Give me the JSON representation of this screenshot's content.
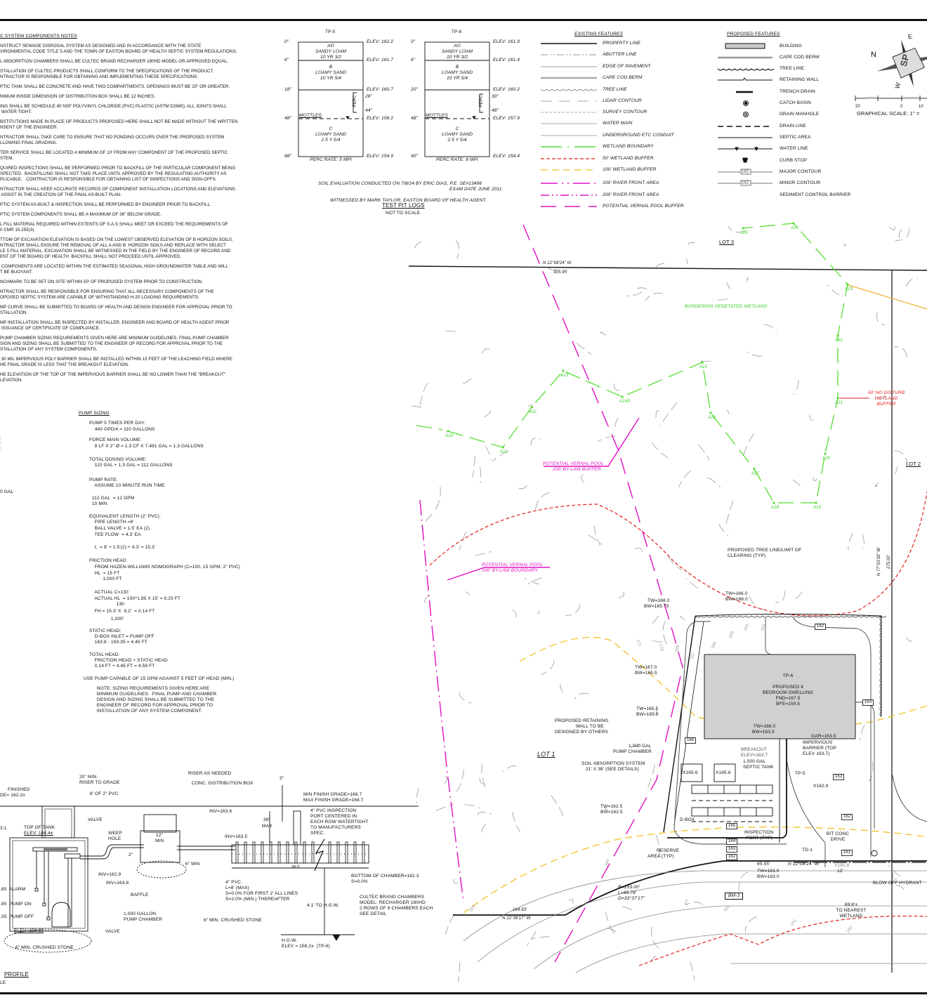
{
  "notes": {
    "title": "C SYSTEM COMPONENTS NOTES",
    "items": [
      [
        "NSTRUCT SEWAGE DISPOSAL SYSTEM AS DESIGNED AND IN ACCORDANCE WITH THE STATE",
        "VIRONMENTAL CODE TITLE 5 AND THE TOWN OF EASTON BOARD OF HEALTH SEPTIC SYSTEM REGULATIONS."
      ],
      [
        "L ABSORPTION CHAMBERS SHALL BE CULTEC BRAND RECHARGER 180HD MODEL OR APPROVED EQUAL."
      ],
      [
        "STALLATION OF CULTEC PRODUCTS SHALL CONFORM TO THE SPECIFICATIONS OF THE PRODUCT.",
        "NTRACTOR IS RESPONSIBLE FOR OBTAINING AND IMPLEMENTING THESE SPECIFICATIONS."
      ],
      [
        "PTIC TANK SHALL BE CONCRETE AND HAVE TWO COMPARTMENTS. OPENINGS MUST BE 20\" OR GREATER."
      ],
      [
        "NIMUM INSIDE DIMENSION OF DISTRIBUTION BOX SHALL BE 12 INCHES."
      ],
      [
        "ING SHALL BE SCHEDULE 40 NSF POLYVINYL CHLORIDE (PVC) PLASTIC (ASTM D2665). ALL JOINTS SHALL",
        " WATER TIGHT."
      ],
      [
        "BSTITUTIONS MADE IN PLACE OF PRODUCTS PROPOSED HERE SHALL NOT BE MADE WITHOUT THE WRITTEN",
        "NSENT OF THE ENGINEER."
      ],
      [
        "NTRACTOR SHALL TAKE CARE TO ENSURE THAT NO PONDING OCCURS OVER THE PROPOSED SYSTEM",
        "LLOWING FINAL GRADING."
      ],
      [
        "TER SERVICE SHALL BE LOCATED A MINIMUM OF 10' FROM ANY COMPONENT OF THE PROPOSED SEPTIC",
        "STEM."
      ],
      [
        "QUIRED INSPECTIONS SHALL BE PERFORMED PRIOR TO BACKFILL OF THE PARTICULAR COMPONENT BEING",
        "SPECTED.  BACKFILLING SHALL NOT TAKE PLACE UNTIL APPROVED BY THE REGULATING AUTHORITY AS",
        "PLICABLE.   CONTRACTOR IS RESPONSIBLE FOR OBTAINING LIST OF INSPECTIONS AND SIGN-OFFS."
      ],
      [
        "NTRACTOR SHALL KEEP ACCURATE RECORDS OF COMPONENT INSTALLATION LOCATIONS AND ELEVATIONS",
        " ASSIST IN THE CREATION OF THE FINAL AS-BUILT PLAN."
      ],
      [
        "PTIC SYSTEM AS-BUILT & INSPECTION SHALL BE PERFORMED BY ENGINEER PRIOR TO BACKFILL."
      ],
      [
        "PTIC SYSTEM COMPONENTS SHALL BE A MAXIMUM OF 36\" BELOW GRADE."
      ],
      [
        "L FILL MATERIAL REQUIRED WITHIN EXTENTS OF S.A.S SHALL MEET OR EXCEED THE REQUIREMENTS OF",
        "0 CMR 15.255(3)."
      ],
      [
        "TTOM OF EXCAVATION ELEVATION IS BASED ON THE LOWEST OBSERVED ELEVATION OF B HORIZON SOILS.",
        "NTRACTOR SHALL ENSURE THE REMOVAL OF ALL A AND B  HORIZON SOILS AND REPLACE WITH SELECT",
        "LE 5 FILL MATERIAL. EXCAVATION SHALL BE WITNESSED IN THE FIELD BY THE ENGINEER OF RECORD AND",
        "ENT OF THE BOARD OF HEALTH. BACKFILL SHALL NOT PROCEED UNTIL APPROVED."
      ],
      [
        " COMPONENTS ARE LOCATED WITHIN THE ESTIMATED SEASONAL HIGH GROUNDWATER TABLE AND WILL",
        "T BE BUOYANT."
      ],
      [
        "NCHMARK TO BE SET ON SITE WITHIN 50' OF PROPOSED SYSTEM PRIOR TO CONSTRUCTION."
      ],
      [
        "NTRACTOR SHALL BE RESPONSIBLE FOR ENSURING THAT ALL NECESSARY COMPONENTS OF THE",
        "OPOSED SEPTIC SYSTEM ARE CAPABLE OF WITHSTANDING H-20 LOADING REQUIREMENTS."
      ],
      [
        "MP CURVE SHALL BE SUBMITTED TO BOARD OF HEALTH AND DESIGN ENGINEER FOR APPROVAL PRIOR TO",
        "STALLATION."
      ],
      [
        "MP INSTALLATION SHALL BE INSPECTED BY INSTALLER, ENGINEER AND BOARD OF HEALTH AGENT PRIOR",
        " ISSUANCE OF CERTIFICATE OF COMPLIANCE."
      ],
      [
        "PUMP CHAMBER SIZING REQUIREMENTS GIVEN HERE ARE MINIMUM GUIDELINES. FINAL PUMP CHAMBER",
        "SIGN AND SIZING SHALL BE SUBMITTED TO THE ENGINEER OF RECORD FOR APPROVAL PRIOR TO THE",
        "STALLATION OF ANY SYSTEM COMPONENTS."
      ],
      [
        " 30 MIL IMPERVIOUS POLY BARRIER SHALL BE INSTALLED WITHIN 15 FEET OF THE LEACHING FIELD WHERE",
        "HE FINAL GRADE IS LESS THAT THE BREAKOUT ELEVATION."
      ],
      [
        "HE ELEVATION OF THE TOP OF THE IMPERVIOUS BARRIER SHALL BE NO LOWER THAN THE \"BREAKOUT\"",
        "LEVATION."
      ]
    ]
  },
  "left_fragments": [
    ":",
    ":",
    ":",
    "0 GAL"
  ],
  "test_pits": {
    "title": "TEST PIT LOGS",
    "subtitle": "NOT TO SCALE",
    "soil_eval": "SOIL EVALUATION CONDUCTED ON 7/8/24 BY ERIC DIAS, P.E. SE#13496",
    "exam_date": "EXAM DATE JUNE 2011",
    "witness": "WITNESSED BY MARK TAYLOR, EASTON BOARD OF HEALTH AGENT",
    "perc_label": "PERC",
    "mottles_label": "MOTTLES",
    "pits": [
      {
        "name": "TP-5",
        "depths": [
          "0\"",
          "6\"",
          "18\"",
          "48\"",
          "88\""
        ],
        "elevs": [
          "ELEV: 162.2",
          "ELEV: 161.7",
          "ELEV: 160.7",
          "ELEV: 158.2",
          "ELEV: 154.9"
        ],
        "perc_top": "26\"",
        "perc_bot": "44\"",
        "layers": [
          [
            "Ao",
            "SANDY LOAM",
            "10 YR 3/2"
          ],
          [
            "B",
            "LOAMY SAND",
            "10 YR 5/4"
          ],
          [
            "C",
            "LOAMY SAND",
            "2.5 Y 5/4"
          ]
        ],
        "perc_rate": "PERC RATE: 5 MPI"
      },
      {
        "name": "TP-6",
        "depths": [
          "0\"",
          "6\"",
          "20\"",
          "48\"",
          "90\""
        ],
        "elevs": [
          "ELEV: 161.9",
          "ELEV: 161.4",
          "ELEV: 160.2",
          "ELEV: 157.9",
          "ELEV: 154.4"
        ],
        "perc_top": "30\"",
        "perc_bot": "48\"",
        "layers": [
          [
            "Ao",
            "SANDY LOAM",
            "10 YR 3/2"
          ],
          [
            "B",
            "LOAMY SAND",
            "10 YR 5/4"
          ],
          [
            "C",
            "LOAMY SAND",
            "2.5 Y 5/4"
          ]
        ],
        "perc_rate": "PERC RATE: 8 MPI"
      }
    ]
  },
  "legend": {
    "existing_title": "EXISTING FEATURES",
    "existing": [
      "PROPERTY LINE",
      "ABUTTER LINE",
      "EDGE OF PAVEMENT",
      "CAPE COD BERM",
      "TREE LINE",
      "LIDAR CONTOUR",
      "SURVEY CONTOUR",
      "WATER MAIN",
      "UNDERGROUND ETC CONDUIT",
      "WETLAND BOUNDARY",
      "50' WETLAND BUFFER",
      "100' WETLAND BUFFER",
      "100' RIVER FRONT AREA",
      "200' RIVER FRONT AREA",
      "POTENTIAL VERNAL POOL BUFFER"
    ],
    "proposed_title": "PROPOSED FEATURES",
    "proposed": [
      "BUILDING",
      "CAPE COD BERM",
      "TREE LINE",
      "RETAINING WALL",
      "TRENCH DRAIN",
      "CATCH BASIN",
      "DRAIN MANHOLE",
      "DRAIN LINE",
      "SEPTIC AREA",
      "WATER LINE",
      "CURB STOP",
      "MAJOR CONTOUR",
      "MINOR CONTOUR",
      "SEDIMENT CONTROL BARRIER"
    ],
    "major_tag": "165",
    "minor_tag": "162",
    "colors": {
      "wetland": "#55dd33",
      "buffer50": "#e02020",
      "buffer100": "#f0c020",
      "river": "#e010c0"
    }
  },
  "compass": {
    "letters": [
      "E",
      "N",
      "W"
    ],
    "logo": "SP"
  },
  "scale": {
    "ticks": [
      "20",
      "0",
      "10"
    ],
    "label": "GRAPHICAL SCALE: 1\" ="
  },
  "pump_sizing": {
    "title": "PUMP SIZING",
    "lines": [
      "PUMP 5 TIMES PER DAY:",
      "    440 GPD/4 = 110 GALLONS",
      "FORCE MAIN VOLUME:",
      "    8 LF x 2\" ø = 1.3 CF X 7.481 GAL = 1.3 GALLONS",
      "TOTAL DOSING VOLUME:",
      "    110 GAL + 1.3 GAL = 112 GALLONS",
      "PUMP RATE:",
      "    ASSUME 10 MINUTE RUN TIME",
      "  112 GAL  = 12 GPM",
      "  10 MIN",
      "EQUIVALENT LENGTH (2\" PVC):",
      "    PIPE LENGTH =8'",
      "    BALL VALVE = 1.5' EA (2)",
      "    TEE FLOW  = 4.3' EA",
      "    L  = 8' + 1.5'(2) + 4.3' = 15.3'",
      "FRICTION HEAD:",
      "    FROM HAZEN-WILLIAMS NOMOGRAPH (C=100, 15 GPM, 2\" PVC)",
      "    hL  ≈ 15 FT",
      "          1,000 FT",
      "    ACTUAL C=130",
      "    ACTUAL hL  = 100^1.85 x 15' = 9.23 FT",
      "                    130",
      "    FH = 15.3' x  9.2'  = 0.14 FT",
      "                1,000'",
      "STATIC HEAD:",
      "    D-BOX INLET = PUMP OFF",
      "    163.8 - 159.35 = 4.45 FT",
      "TOTAL HEAD:",
      "    FRICTION HEAD + STATIC HEAD",
      "    0.14 FT + 4.45 FT = 4.59 FT",
      "USE PUMP CAPABLE OF 15 GPM AGAINST 5 FEET OF HEAD (MIN.)",
      "    NOTE: SIZING REQUIREMENTS GIVEN HERE ARE",
      "    MINIMUM GUIDELINES.  FINAL PUMP AND CHAMBER",
      "    DESIGN AND SIZING SHALL BE SUBMITTED TO THE",
      "    ENGINEER OF RECORD FOR APPROVAL PRIOR TO",
      "    INSTALLATION OF ANY SYSTEM COMPONENT."
    ]
  },
  "profile": {
    "title": "PROFILE",
    "subtitle": "LE",
    "finished": "FINISHED",
    "finished_grade": "DE= 162.2±",
    "riser_min": "20\" MIN.",
    "riser_to_grade": "RISER TO GRADE",
    "pvc_8": "8' OF 2\" PVC",
    "riser_needed": "RISER AS NEEDED",
    "dbox": "CONC. DISTRIBUTION BOX",
    "three_in": "3\"",
    "valve_top": "VALVE",
    "frag_31": "3.1",
    "top_tank": "TOP OF TANK",
    "top_tank_elev": "ELEV: 164.4±",
    "weep": "WEEP",
    "hole": "HOLE",
    "inv_1636": "INV=163.6",
    "inv_1635": "INV=163.5",
    "max36": "36\"",
    "max": "MAX",
    "min_finish": "MIN FINISH GRADE=166.7",
    "max_finish": "MAX FINISH GRADE=164.7",
    "insp_port": [
      "4\" PVC INSPECTION",
      "PORT CENTERED IN",
      "EACH ROW WATERTIGHT",
      "TO MANUFACTURERS",
      "SPEC."
    ],
    "two_in": "2\"",
    "twelve_min": "12\"",
    "min_word": "MIN",
    "six_min": "6\" MIN",
    "inv_1629": "INV=162.9",
    "inv_1638": "INV=163.8",
    "alarm": ".85  ALARM",
    "pump_on": ".85  PUMP ON",
    "pump_off": ".35  PUMP OFF",
    "elev_bottom": "ELEV=158.85",
    "baffle": "BAFFLE",
    "pump_chamber": [
      "1,000 GALLON",
      "PUMP CHAMBER"
    ],
    "valve_bot": "VALVE",
    "stone_left": "6\" MIN. CRUSHED STONE",
    "stone_right": "6\" MIN. CRUSHED STONE",
    "len_38": "38.0'",
    "bottom_chamber": [
      "BOTTOM OF CHAMBER=162.3",
      "S=0.0%"
    ],
    "pvc4": [
      "4\" PVC.",
      "L=8' (MAX)",
      "S=0.0% FOR FIRST 2' ALL LINES",
      "S=2.0% (MIN.) THEREAFTER"
    ],
    "to_hgw": "4.1' TO H.G.W.",
    "cultec": [
      "CULTEC BRAND CHAMBERS",
      "MODEL: RECHARGER 180HD",
      "2 ROWS OF 6 CHAMBERS EACH",
      "SEE DETAIL"
    ],
    "hgw": [
      "H.G.W.",
      "ELEV = 158.2±  (TP-6)"
    ]
  },
  "site": {
    "lot1": "LOT 1",
    "lot2": "LOT 2",
    "lot3": "LOT 3",
    "bearing_top": "N 12°08'24\" W",
    "dist_top": "305.95'",
    "bearing_right": "N 77°53'36\" W",
    "dist_right": "275.00'",
    "bvw": "BORDERING VEGETATED WETLAND",
    "no_disturb": [
      "50' NO DISTURB",
      "WETLAND",
      "BUFFER"
    ],
    "vp_buffer": [
      "POTENTIAL VERNAL POOL",
      "100' BY-LAW BUFFER"
    ],
    "vp_boundary": [
      "POTENTIAL VERNAL POOL",
      "100' BY-LAW BOUNDARY"
    ],
    "flags": [
      "A10",
      "A11",
      "A12",
      "A13",
      "A14R",
      "A15",
      "A16",
      "A17",
      "A18",
      "A19",
      "A20",
      "A21",
      "A22",
      "A23",
      "A24",
      "A25"
    ],
    "tree_line": [
      "PROPOSED TREE LINE/LIMIT OF",
      "CLEARING (TYP)"
    ],
    "tw1": [
      "TW=168.0",
      "BW=165.75"
    ],
    "tw2": [
      "TW=166.0",
      "BW=166.0"
    ],
    "tw3": [
      "TW=167.0",
      "BW=165.5"
    ],
    "tw4": [
      "TW=165.5",
      "BW=165.5"
    ],
    "tw5": [
      "TW=166.0",
      "BW=163.5"
    ],
    "tw6": [
      "TW=162.5",
      "BW=162.5"
    ],
    "tw7": [
      "TW=163.0",
      "BW=163.0"
    ],
    "dwelling": [
      "PROPOSED 4",
      "BEDROOM DWELLING",
      "FND=167.5",
      "BFE=159.5"
    ],
    "tp6": "TP-6",
    "tp5": "TP-5",
    "ret_wall": [
      "PROPOSED RETAINING",
      "WALL TO BE",
      "DESIGNED BY OTHERS"
    ],
    "pump_ch": [
      "1,000 GAL",
      "PUMP CHAMBER"
    ],
    "sas": [
      "SOIL ABSORPTION SYSTEM",
      "21' x 38' (SEE DETAILS)"
    ],
    "gar": "GAR=163.5",
    "barrier": [
      "IMPERVIOUS",
      "BARRIER (TOP",
      "ELEV 163.7)"
    ],
    "breakout": [
      "BREAKOUT",
      "ELEV=163.7"
    ],
    "septic_tank": [
      "1,500 GAL",
      "SEPTIC TANK"
    ],
    "spot1": "x165.6",
    "spot2": "x165.6",
    "spot3": "x162.9",
    "spot4": "x160.8",
    "dbox": "D-BOX",
    "insp": [
      "INSPECTION",
      "PORT (TYP)"
    ],
    "reserve": [
      "RESERVE",
      "AREA (TYP)"
    ],
    "drive": [
      "BIT CONC",
      "DRIVE"
    ],
    "td1": "TD-1",
    "dist_6555": "65.55'",
    "bearing_road": "N 12°08'24\" W",
    "twelve": "12'",
    "hydrant": "BLOW OFF HYDRANT",
    "curve": [
      "R=153.00'",
      "L=89.78'",
      "D=33°37'17\""
    ],
    "bm3": "BM-3",
    "nearest": [
      "69.8'±",
      "TO NEAREST",
      "WETLAND"
    ],
    "dist_14493": "144.93'",
    "bearing_bot": "N 12°39'17\" W",
    "contour_tags": [
      "162",
      "163",
      "166",
      "165",
      "164",
      "163",
      "162",
      "163",
      "162",
      "161"
    ],
    "contour_text": [
      "171",
      "170",
      "169",
      "168",
      "167",
      "166",
      "165",
      "164",
      "163",
      "163",
      "162",
      "161",
      "160",
      "164"
    ]
  }
}
